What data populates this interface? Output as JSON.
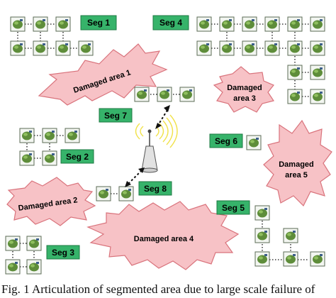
{
  "segments": [
    "Seg 1",
    "Seg 2",
    "Seg 3",
    "Seg 4",
    "Seg 5",
    "Seg 6",
    "Seg 7",
    "Seg 8"
  ],
  "damaged_areas": [
    "Damaged area 1",
    "Damaged area 2",
    "Damaged area 3",
    "Damaged area 4",
    "Damaged area 5"
  ],
  "caption": "Fig. 1 Articulation of segmented area due to large scale failure of",
  "colors": {
    "segment_label_fill": "#36b36a",
    "damaged_area_fill": "#f7c2c6",
    "sensor_node": "#5e8d3a",
    "signal_waves": "#f1e24a"
  },
  "icons": [
    "sensor-node-icon",
    "base-station-antenna-icon",
    "signal-wave-icon",
    "bidirectional-arrow-icon"
  ]
}
